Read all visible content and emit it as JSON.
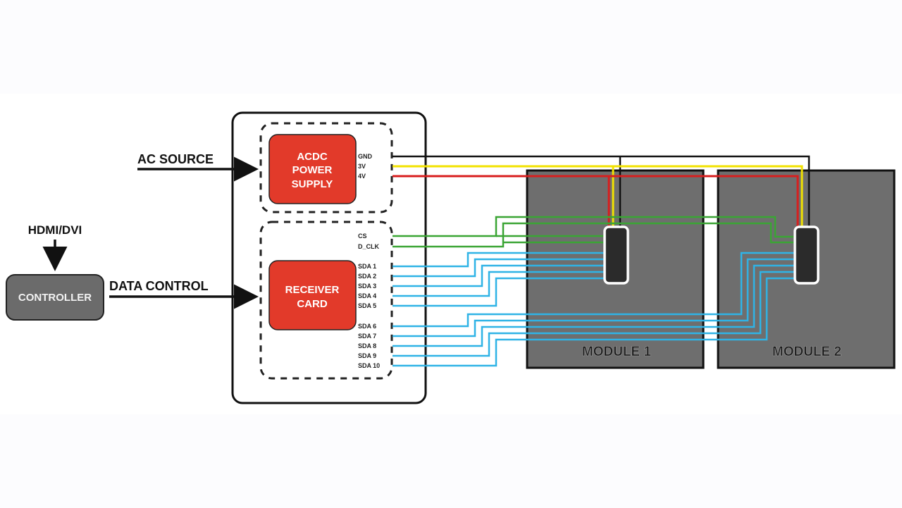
{
  "diagram": {
    "inputs": {
      "ac_source": "AC SOURCE",
      "hdmi_dvi": "HDMI/DVI",
      "data_control": "DATA CONTROL"
    },
    "controller": {
      "label": "CONTROLLER",
      "color": "#6b6b6b"
    },
    "cabinet": {
      "power_supply": {
        "lines": [
          "ACDC",
          "POWER",
          "SUPPLY"
        ],
        "color": "#e23a2a"
      },
      "receiver_card": {
        "lines": [
          "RECEIVER",
          "CARD"
        ],
        "color": "#e23a2a"
      },
      "power_pins": [
        {
          "label": "GND",
          "color": "#111111"
        },
        {
          "label": "3V",
          "color": "#f2e200"
        },
        {
          "label": "4V",
          "color": "#d81e1e"
        }
      ],
      "control_pins": [
        {
          "label": "CS",
          "color": "#3aa534"
        },
        {
          "label": "D_CLK",
          "color": "#3aa534"
        }
      ],
      "data_pins": [
        {
          "label": "SDA 1",
          "color": "#2fb3e6"
        },
        {
          "label": "SDA 2",
          "color": "#2fb3e6"
        },
        {
          "label": "SDA 3",
          "color": "#2fb3e6"
        },
        {
          "label": "SDA 4",
          "color": "#2fb3e6"
        },
        {
          "label": "SDA 5",
          "color": "#2fb3e6"
        },
        {
          "label": "SDA 6",
          "color": "#2fb3e6"
        },
        {
          "label": "SDA 7",
          "color": "#2fb3e6"
        },
        {
          "label": "SDA 8",
          "color": "#2fb3e6"
        },
        {
          "label": "SDA 9",
          "color": "#2fb3e6"
        },
        {
          "label": "SDA 10",
          "color": "#2fb3e6"
        }
      ]
    },
    "modules": [
      {
        "label": "MODULE 1",
        "color": "#6e6e6e"
      },
      {
        "label": "MODULE 2",
        "color": "#6e6e6e"
      }
    ]
  }
}
